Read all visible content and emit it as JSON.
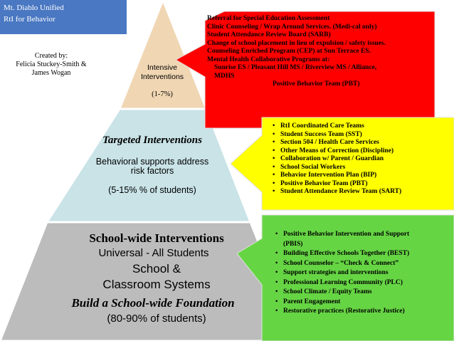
{
  "header": {
    "line1": "Mt. Diablo Unified",
    "line2": "RtI for Behavior"
  },
  "credit": {
    "line1": "Created by:",
    "line2": "Felicia Stuckey-Smith &",
    "line3": "James Wogan"
  },
  "pyramid": {
    "top": {
      "line1": "Intensive",
      "line2": "Interventions",
      "pct": "(1-7%)"
    },
    "middle": {
      "title": "Targeted Interventions",
      "line1": "Behavioral supports address",
      "line2": "risk factors",
      "pct": "(5-15% % of students)"
    },
    "bottom": {
      "title": "School-wide Interventions",
      "line1": "Universal - All Students",
      "line2": "School &",
      "line3": "Classroom Systems",
      "foundation": "Build a School-wide Foundation",
      "pct": "(80-90% of students)"
    }
  },
  "callouts": {
    "red": {
      "items": [
        "Referral for Special Education Assessment",
        "Clinic Counseling / Wrap Around Services. (Medi-cal only)",
        "Student Attendance Review Board (SARB)",
        "Change of school placement in lieu of expulsion / safety issues.",
        "Counseling Enriched Program (CEP) at Sun Terrace ES.",
        "Mental Health Collaborative Programs at:",
        "Sunrise ES / Pleasant Hill MS / Riverview MS / Alliance,",
        "MDHS"
      ],
      "extra": "Positive Behavior Team (PBT)"
    },
    "yellow": {
      "items": [
        "RtI Coordinated Care Teams",
        "Student Success Team (SST)",
        "Section 504 / Health Care Services",
        "Other Means of Correction (Discipline)",
        "Collaboration w/ Parent / Guardian",
        "School Social Workers",
        "Behavior Intervention Plan (BIP)",
        "Positive Behavior Team (PBT)",
        "Student Attendance Review Team (SART)"
      ]
    },
    "green": {
      "items": [
        "Positive Behavior Intervention and Support",
        "(PBIS)",
        "Building Effective Schools Together (BEST)",
        "School Counselor – “Check & Connect”",
        "Support strategies and interventions",
        "Professional Learning Community (PLC)",
        "School Climate / Equity Teams",
        "Parent Engagement",
        "Restorative practices (Restorative Justice)"
      ]
    }
  },
  "colors": {
    "top_tier": "#f0d6b3",
    "middle_tier": "#c9e3e7",
    "bottom_tier": "#bcbcbc",
    "red_callout": "#ff0000",
    "yellow_callout": "#ffff00",
    "green_callout": "#66d544",
    "header": "#4a78c2"
  }
}
